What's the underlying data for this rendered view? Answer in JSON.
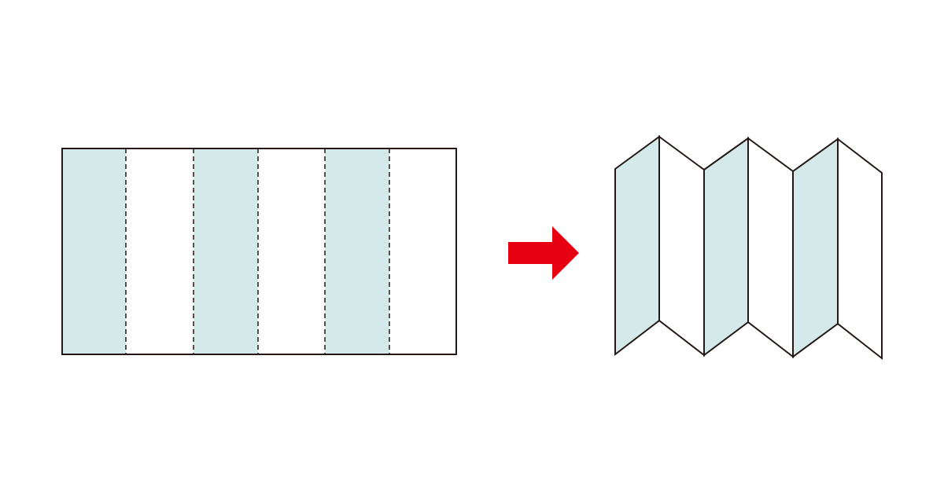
{
  "colors": {
    "background": "#ffffff",
    "panel_tinted": "#d4eaea",
    "panel_plain": "#ffffff",
    "outline": "#231815",
    "arrow": "#e60012"
  },
  "unfolded_sheet": {
    "panel_count": 6,
    "panel_fills": [
      "tinted",
      "plain",
      "tinted",
      "plain",
      "tinted",
      "plain"
    ],
    "fold_line_style": "dashed"
  },
  "arrow": {
    "direction": "right",
    "icon": "right-arrow-icon"
  },
  "folded_sheet": {
    "panel_count": 6,
    "panel_fills": [
      "tinted",
      "plain",
      "tinted",
      "plain",
      "tinted",
      "plain"
    ],
    "fold_style": "accordion"
  }
}
